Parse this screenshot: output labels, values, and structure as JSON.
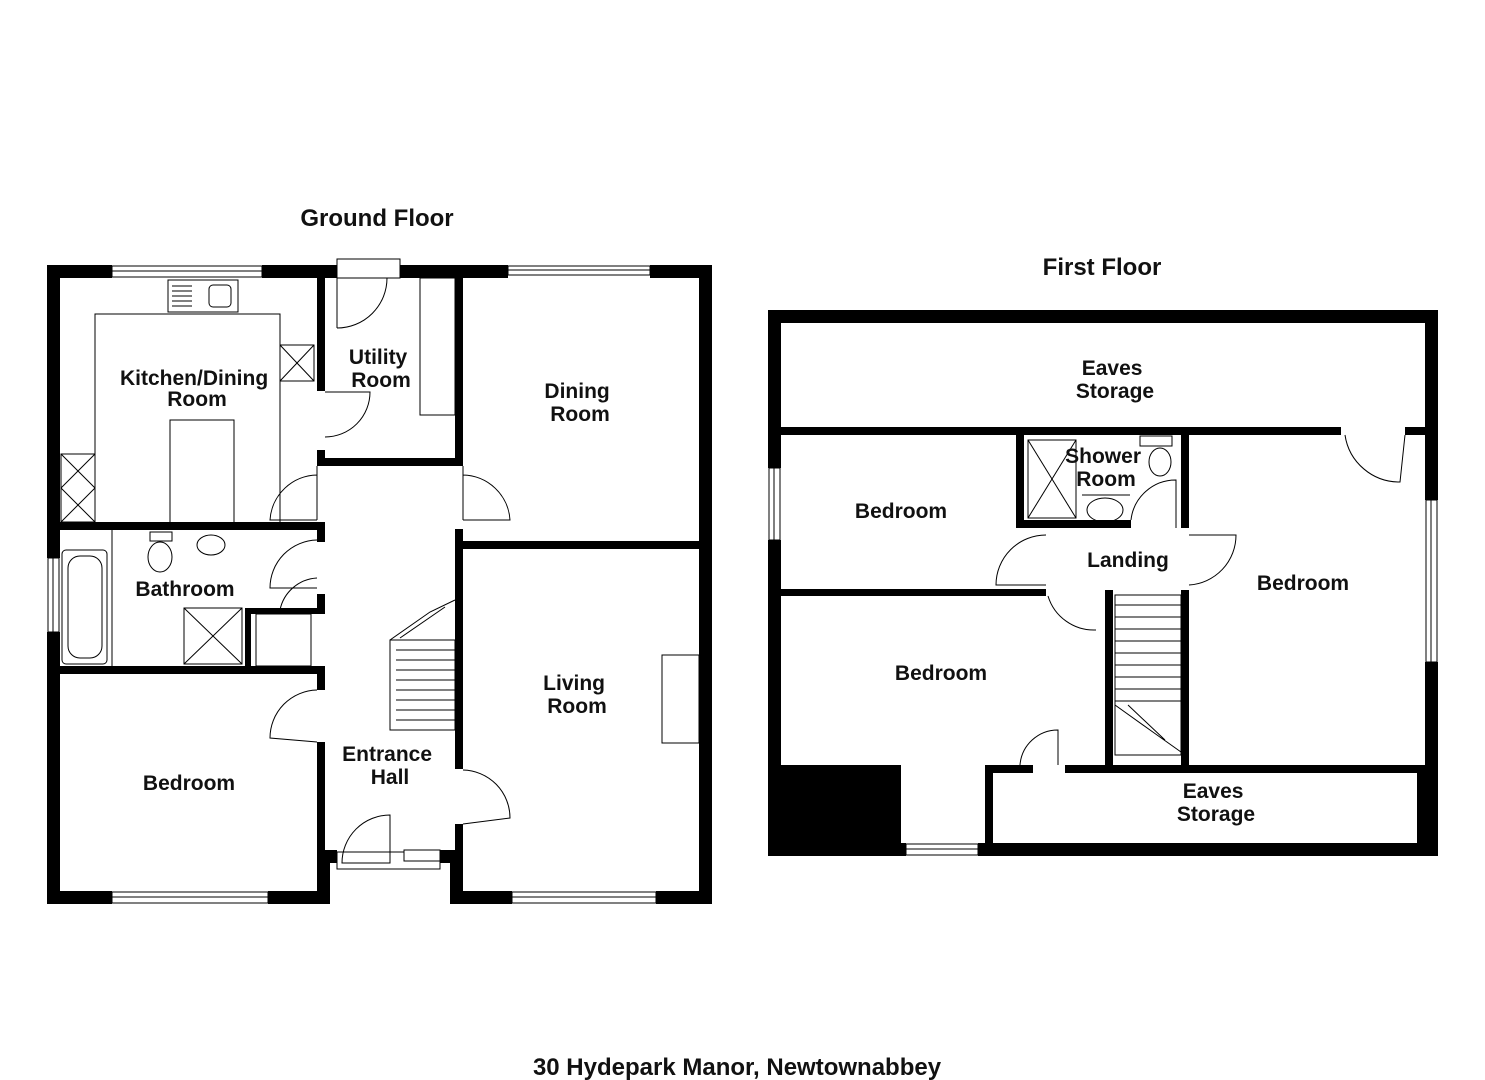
{
  "floors": {
    "ground": {
      "title": "Ground Floor",
      "rooms": {
        "kitchen_dining": [
          "Kitchen/Dining",
          "Room"
        ],
        "utility": [
          "Utility",
          "Room"
        ],
        "dining": [
          "Dining",
          "Room"
        ],
        "bathroom": [
          "Bathroom"
        ],
        "living": [
          "Living",
          "Room"
        ],
        "entrance": [
          "Entrance",
          "Hall"
        ],
        "bedroom": [
          "Bedroom"
        ]
      }
    },
    "first": {
      "title": "First Floor",
      "rooms": {
        "eaves_top": [
          "Eaves",
          "Storage"
        ],
        "shower": [
          "Shower",
          "Room"
        ],
        "bedroom_left": [
          "Bedroom"
        ],
        "landing": [
          "Landing"
        ],
        "bedroom_right": [
          "Bedroom"
        ],
        "bedroom_bottom": [
          "Bedroom"
        ],
        "eaves_bottom": [
          "Eaves",
          "Storage"
        ]
      }
    }
  },
  "caption": "30 Hydepark Manor, Newtownabbey"
}
